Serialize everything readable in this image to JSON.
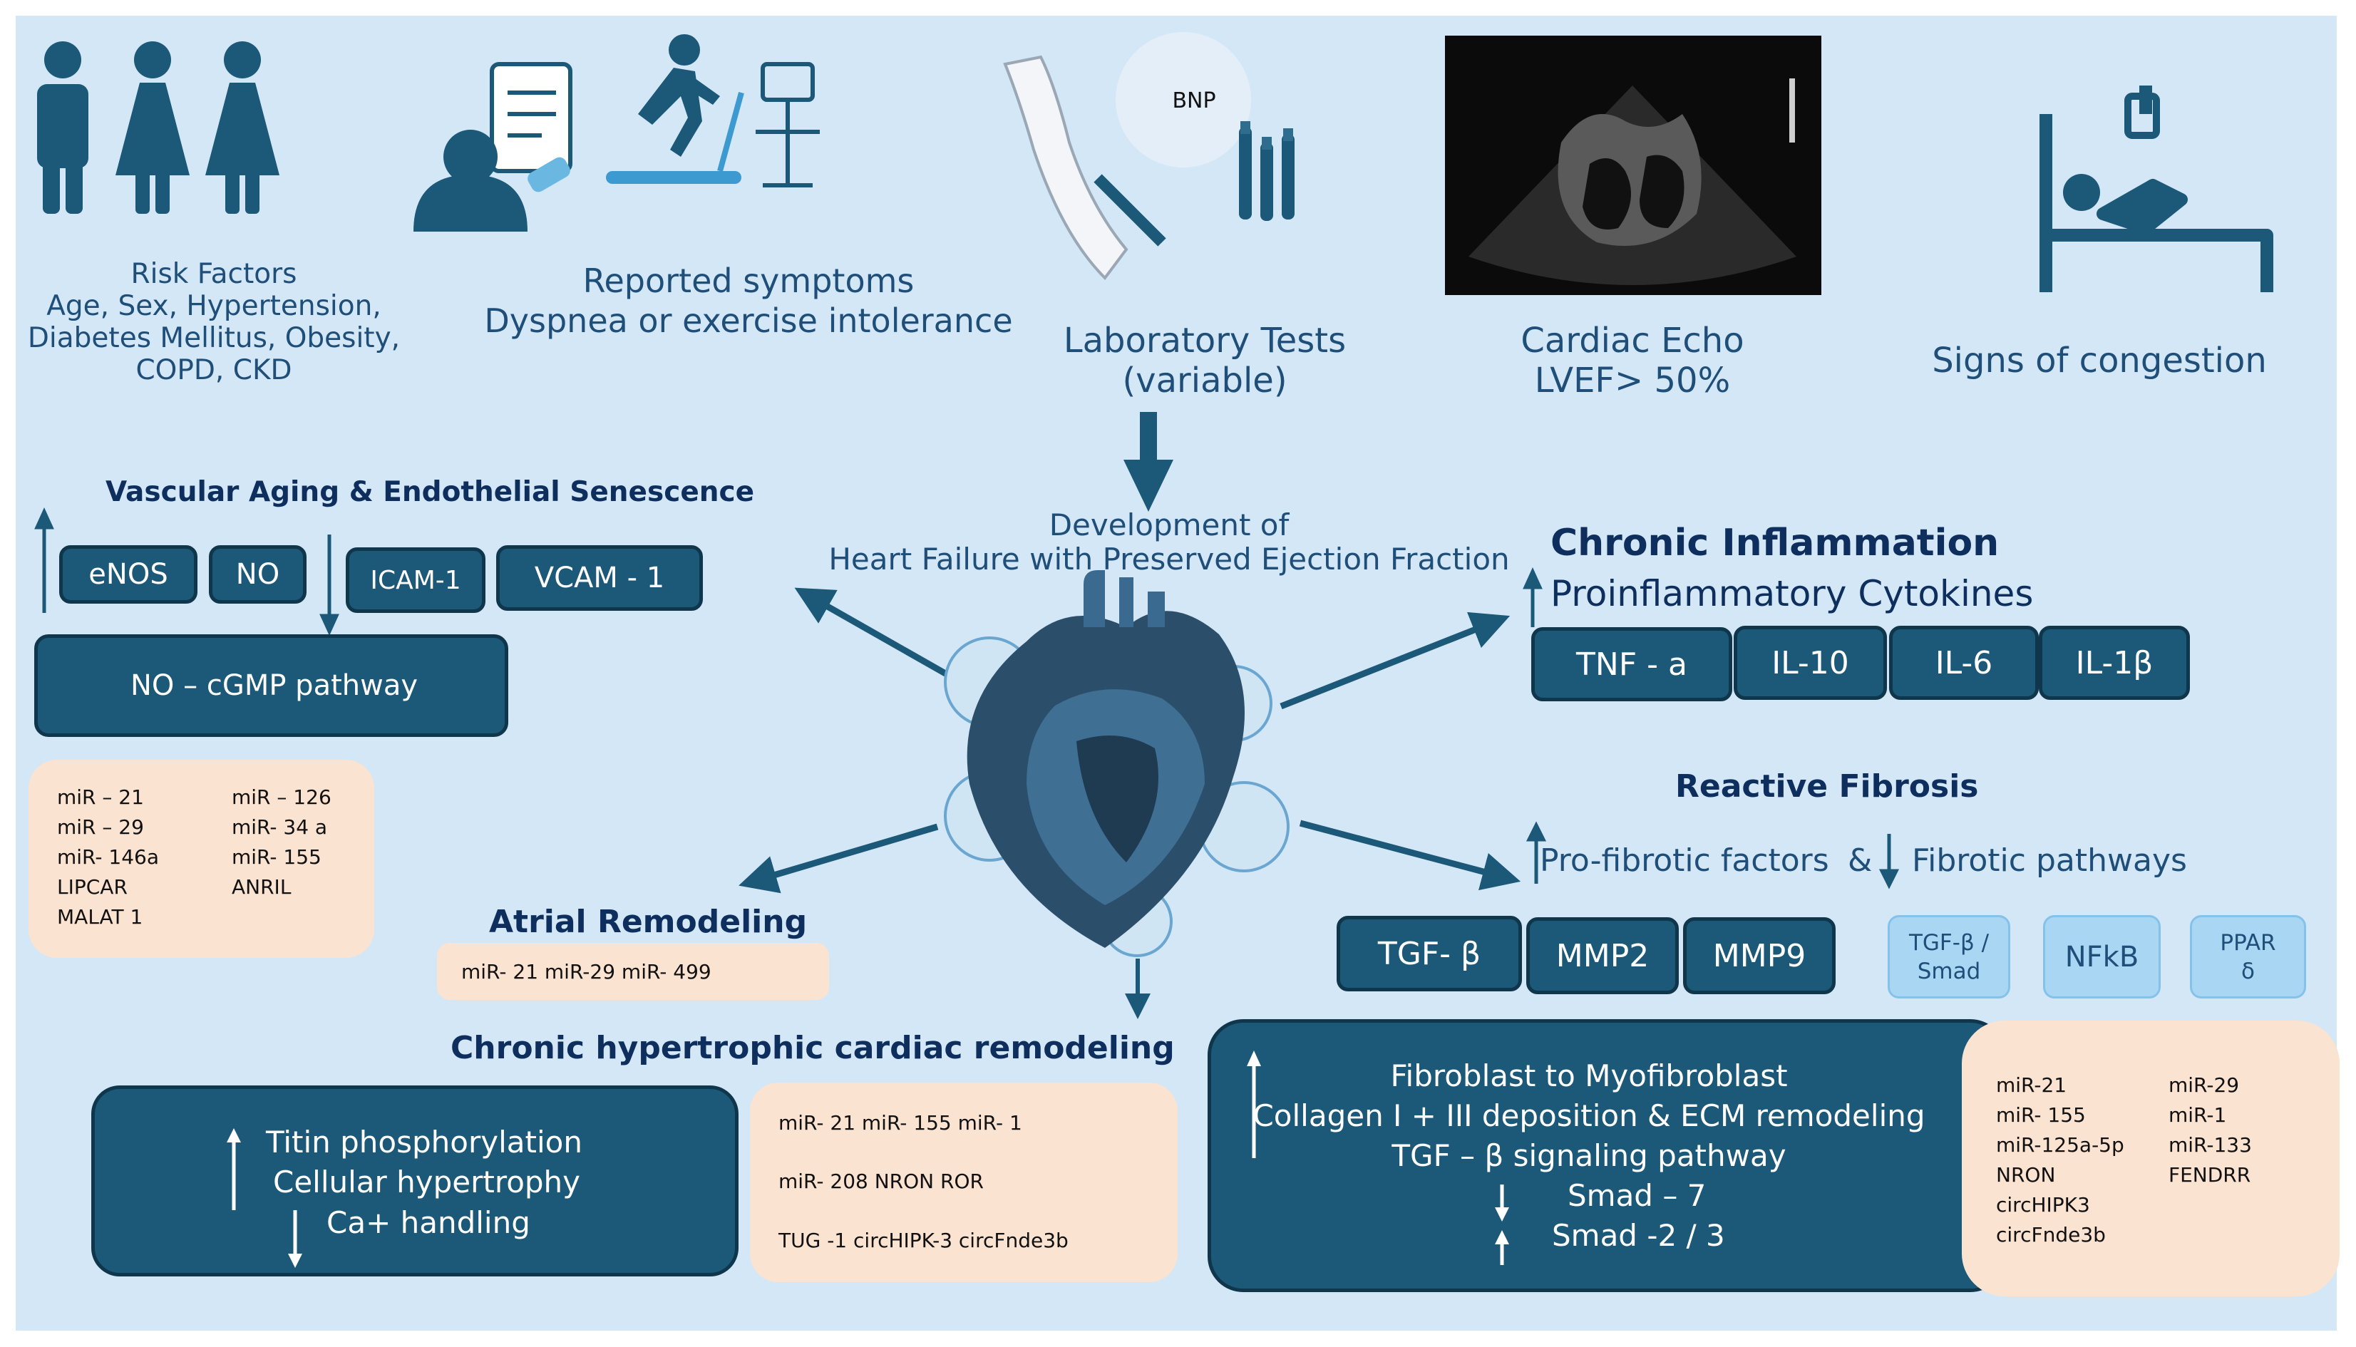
{
  "top_row": {
    "risk_factors": {
      "line1": "Risk Factors",
      "line2": "Age, Sex, Hypertension,",
      "line3": "Diabetes Mellitus, Obesity,",
      "line4": "COPD, CKD"
    },
    "symptoms": {
      "line1": "Reported symptoms",
      "line2": "Dyspnea or exercise intolerance"
    },
    "lab": {
      "line1": "Laboratory Tests",
      "line2": "(variable)",
      "bnp": "BNP"
    },
    "echo": {
      "line1": "Cardiac Echo",
      "line2": "LVEF> 50%"
    },
    "congestion": {
      "label": "Signs of congestion"
    }
  },
  "center": {
    "line1": "Development of",
    "line2": "Heart Failure with Preserved Ejection Fraction"
  },
  "vascular": {
    "title": "Vascular Aging & Endothelial Senescence",
    "up_boxes": [
      "eNOS",
      "NO"
    ],
    "down_boxes": [
      "ICAM-1",
      "VCAM - 1"
    ],
    "pathway": "NO – cGMP pathway",
    "mirna_col1": [
      "miR – 21",
      "miR – 29",
      "miR- 146a",
      "LIPCAR",
      "MALAT 1"
    ],
    "mirna_col2": [
      "miR – 126",
      "miR- 34 a",
      "miR- 155",
      "ANRIL"
    ]
  },
  "atrial": {
    "title": "Atrial Remodeling",
    "mirna": "miR- 21 miR-29 miR- 499"
  },
  "hypertrophic": {
    "title": "Chronic hypertrophic cardiac remodeling",
    "items": [
      "Titin phosphorylation",
      "Cellular hypertrophy",
      "Ca+ handling"
    ],
    "mirna": [
      "miR- 21 miR- 155 miR- 1",
      "miR- 208 NRON ROR",
      "TUG -1 circHIPK-3 circFnde3b"
    ]
  },
  "inflammation": {
    "title": "Chronic Inflammation",
    "subtitle": "Proinflammatory Cytokines",
    "cytokines": [
      "TNF - a",
      "IL-10",
      "IL-6",
      "IL-1β"
    ]
  },
  "fibrosis": {
    "title": "Reactive Fibrosis",
    "up_label": "Pro-fibrotic factors",
    "amp": "&",
    "down_label": "Fibrotic pathways",
    "factors": [
      "TGF- β",
      "MMP2",
      "MMP9"
    ],
    "pathways": [
      [
        "TGF-β /",
        "Smad"
      ],
      [
        "NFkB"
      ],
      [
        "PPAR",
        "δ"
      ]
    ],
    "big_box": [
      "Fibroblast to Myofibroblast",
      "Collagen I + III deposition & ECM remodeling",
      "TGF – β signaling pathway",
      "Smad – 7",
      "Smad -2 / 3"
    ],
    "mirna_col1": [
      "miR-21",
      "miR- 155",
      "miR-125a-5p",
      "NRON",
      "circHIPK3",
      "circFnde3b"
    ],
    "mirna_col2": [
      "miR-29",
      "miR-1",
      "miR-133",
      "FENDRR"
    ]
  },
  "colors": {
    "panel": "#d3e7f6",
    "dark_box": "#1c5877",
    "light_box": "#a9d6f3",
    "peach": "#fbe3d2",
    "text": "#1f4e79"
  }
}
